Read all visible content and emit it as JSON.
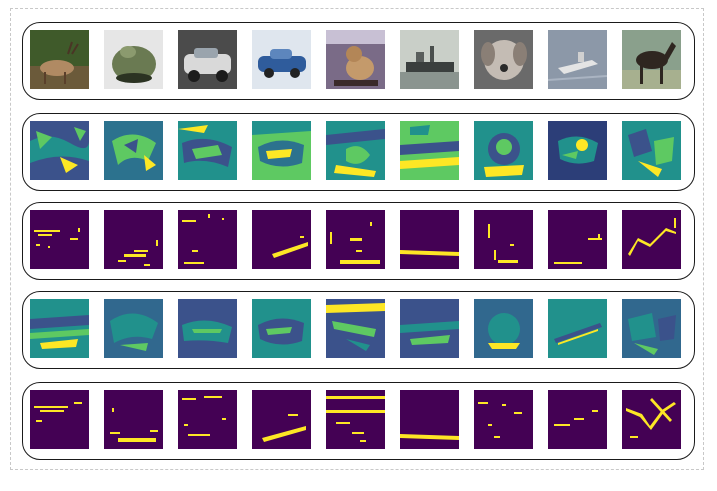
{
  "figure": {
    "rows": [
      {
        "kind": "input-photo",
        "count": 9
      },
      {
        "kind": "feature-map-continuous",
        "count": 9
      },
      {
        "kind": "feature-map-binary",
        "count": 9
      },
      {
        "kind": "feature-map-continuous",
        "count": 9
      },
      {
        "kind": "feature-map-binary",
        "count": 9
      }
    ],
    "images": [
      "deer",
      "frog",
      "car",
      "car",
      "cat",
      "ship",
      "dog",
      "ship",
      "horse"
    ],
    "colors": {
      "viridis_dark": "#440154",
      "viridis_teal": "#21918c",
      "viridis_green": "#5ec962",
      "viridis_yellow": "#fde725",
      "border": "#1a1a1a",
      "frame": "#c8c8c8"
    }
  }
}
